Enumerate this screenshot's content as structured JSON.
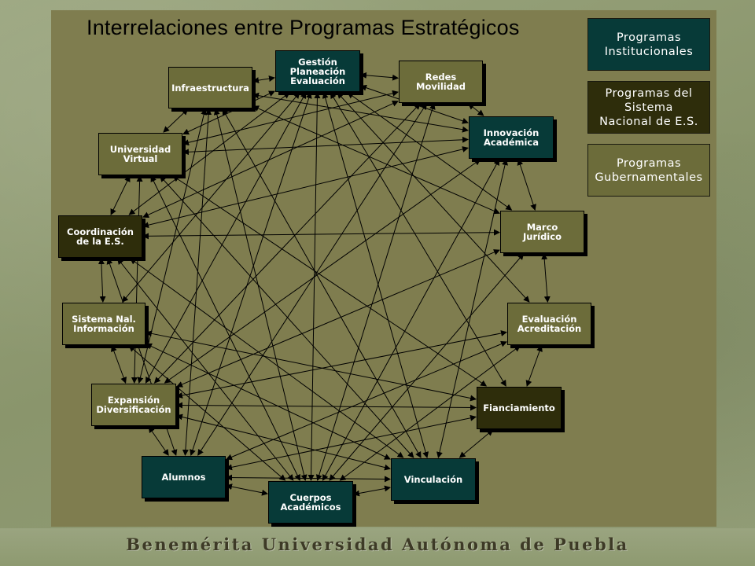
{
  "title": "Interrelaciones entre Programas Estratégicos",
  "legend": {
    "institucionales": "Programas\nInstitucionales",
    "sistema_nacional": "Programas del\nSistema\nNacional de E.S.",
    "gubernamentales": "Programas\nGubernamentales"
  },
  "colors": {
    "institucionales": "#073a38",
    "sistema_nacional": "#2e2d0b",
    "gubernamentales": "#6c6c3a",
    "panel": "#7f7d4f"
  },
  "nodes": {
    "gestion": "Gestión\nPlaneación\nEvaluación",
    "redes": "Redes\nMovilidad",
    "innovacion": "Innovación\nAcadémica",
    "marco": "Marco\nJurídico",
    "evaluacion": "Evaluación\nAcreditación",
    "financiamiento": "Fianciamiento",
    "vinculacion": "Vinculación",
    "cuerpos": "Cuerpos\nAcadémicos",
    "alumnos": "Alumnos",
    "expansion": "Expansión\nDiversificación",
    "sistema": "Sistema Nal.\nInformación",
    "coordinacion": "Coordinación\nde la E.S.",
    "universidad": "Universidad\nVirtual",
    "infraestructura": "Infraestructura"
  },
  "connections": [
    [
      "infraestructura",
      "gestion"
    ],
    [
      "gestion",
      "redes"
    ],
    [
      "redes",
      "innovacion"
    ],
    [
      "innovacion",
      "marco"
    ],
    [
      "marco",
      "evaluacion"
    ],
    [
      "evaluacion",
      "financiamiento"
    ],
    [
      "financiamiento",
      "vinculacion"
    ],
    [
      "vinculacion",
      "cuerpos"
    ],
    [
      "cuerpos",
      "alumnos"
    ],
    [
      "alumnos",
      "expansion"
    ],
    [
      "expansion",
      "sistema"
    ],
    [
      "sistema",
      "coordinacion"
    ],
    [
      "coordinacion",
      "universidad"
    ],
    [
      "universidad",
      "infraestructura"
    ],
    [
      "gestion",
      "innovacion"
    ],
    [
      "gestion",
      "marco"
    ],
    [
      "gestion",
      "evaluacion"
    ],
    [
      "gestion",
      "vinculacion"
    ],
    [
      "gestion",
      "cuerpos"
    ],
    [
      "gestion",
      "alumnos"
    ],
    [
      "gestion",
      "universidad"
    ],
    [
      "gestion",
      "coordinacion"
    ],
    [
      "gestion",
      "expansion"
    ],
    [
      "gestion",
      "sistema"
    ],
    [
      "gestion",
      "financiamiento"
    ],
    [
      "redes",
      "universidad"
    ],
    [
      "redes",
      "coordinacion"
    ],
    [
      "redes",
      "expansion"
    ],
    [
      "redes",
      "alumnos"
    ],
    [
      "redes",
      "cuerpos"
    ],
    [
      "innovacion",
      "universidad"
    ],
    [
      "innovacion",
      "coordinacion"
    ],
    [
      "innovacion",
      "expansion"
    ],
    [
      "innovacion",
      "vinculacion"
    ],
    [
      "innovacion",
      "cuerpos"
    ],
    [
      "innovacion",
      "infraestructura"
    ],
    [
      "marco",
      "coordinacion"
    ],
    [
      "marco",
      "expansion"
    ],
    [
      "marco",
      "cuerpos"
    ],
    [
      "evaluacion",
      "expansion"
    ],
    [
      "evaluacion",
      "alumnos"
    ],
    [
      "evaluacion",
      "cuerpos"
    ],
    [
      "financiamiento",
      "expansion"
    ],
    [
      "financiamiento",
      "sistema"
    ],
    [
      "financiamiento",
      "alumnos"
    ],
    [
      "financiamiento",
      "universidad"
    ],
    [
      "vinculacion",
      "expansion"
    ],
    [
      "vinculacion",
      "universidad"
    ],
    [
      "vinculacion",
      "coordinacion"
    ],
    [
      "vinculacion",
      "infraestructura"
    ],
    [
      "vinculacion",
      "alumnos"
    ],
    [
      "cuerpos",
      "infraestructura"
    ],
    [
      "cuerpos",
      "universidad"
    ],
    [
      "cuerpos",
      "coordinacion"
    ],
    [
      "cuerpos",
      "sistema"
    ],
    [
      "alumnos",
      "infraestructura"
    ],
    [
      "alumnos",
      "coordinacion"
    ],
    [
      "expansion",
      "universidad"
    ],
    [
      "expansion",
      "infraestructura"
    ],
    [
      "sistema",
      "vinculacion"
    ],
    [
      "infraestructura",
      "marco"
    ]
  ],
  "footer": "Benemérita Universidad Autónoma de Puebla"
}
